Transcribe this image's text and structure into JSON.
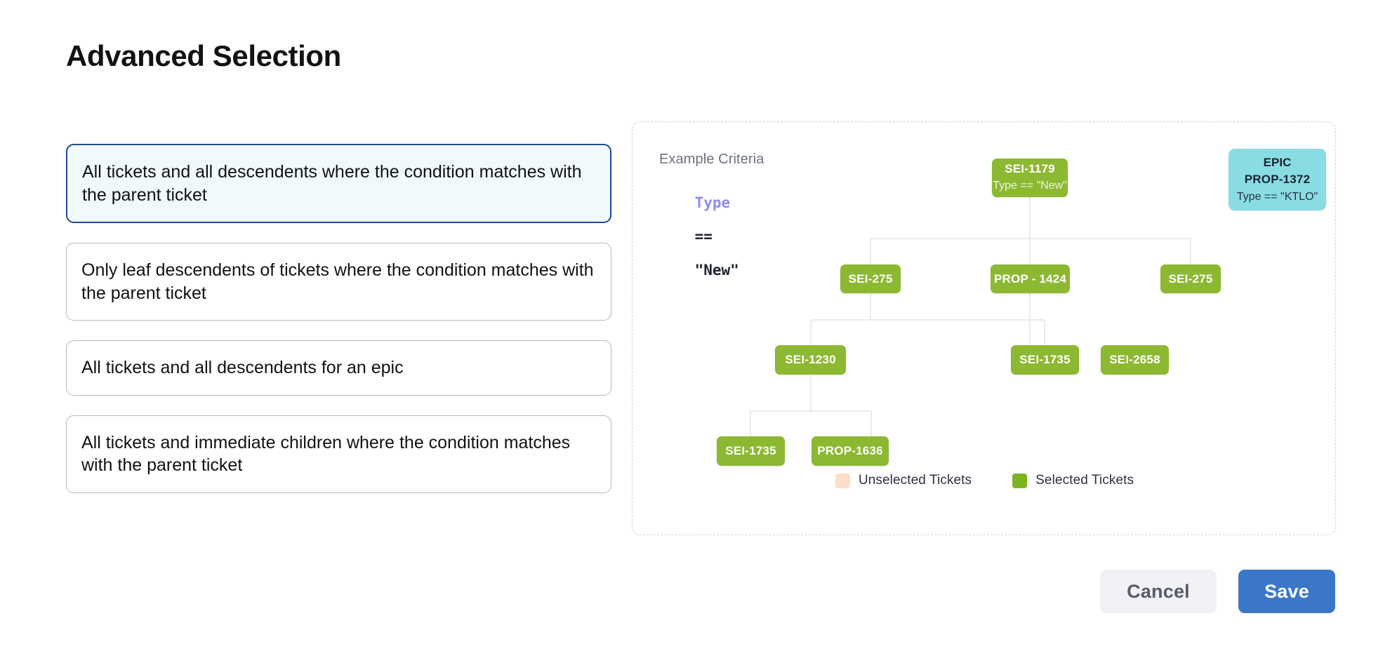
{
  "page": {
    "title": "Advanced Selection"
  },
  "options": {
    "items": [
      {
        "label": "All tickets and all descendents where the condition matches with the parent ticket",
        "selected": true
      },
      {
        "label": "Only leaf descendents of tickets where the condition matches with the parent ticket",
        "selected": false
      },
      {
        "label": "All tickets and all descendents for an epic",
        "selected": false
      },
      {
        "label": "All tickets and immediate children where the condition matches with the parent ticket",
        "selected": false
      }
    ]
  },
  "diagram": {
    "criteria_title": "Example Criteria",
    "criteria_field": "Type",
    "criteria_operator": "==",
    "criteria_value": "\"New\"",
    "nodes": [
      {
        "id": "SEI-1179",
        "sub": "Type == \"New\"",
        "kind": "selected"
      },
      {
        "kind_label": "EPIC",
        "id": "PROP-1372",
        "sub": "Type == \"KTLO\"",
        "kind": "epic"
      },
      {
        "id": "SEI-275",
        "kind": "selected"
      },
      {
        "id": "PROP - 1424",
        "kind": "selected"
      },
      {
        "id": "SEI-275",
        "kind": "selected"
      },
      {
        "id": "SEI-1230",
        "kind": "selected"
      },
      {
        "id": "SEI-1735",
        "kind": "selected"
      },
      {
        "id": "SEI-2658",
        "kind": "selected"
      },
      {
        "id": "SEI-1735",
        "kind": "selected"
      },
      {
        "id": "PROP-1636",
        "kind": "selected"
      }
    ],
    "legend": [
      {
        "label": "Unselected Tickets",
        "color": "#fbdfc8"
      },
      {
        "label": "Selected Tickets",
        "color": "#7cb521"
      }
    ],
    "colors": {
      "selected_node": "#8cb832",
      "epic_node": "#89dce4",
      "edge": "#e2e4e8",
      "panel_border": "#cfd2d8"
    }
  },
  "footer": {
    "cancel_label": "Cancel",
    "save_label": "Save",
    "save_color": "#3b76c9"
  }
}
